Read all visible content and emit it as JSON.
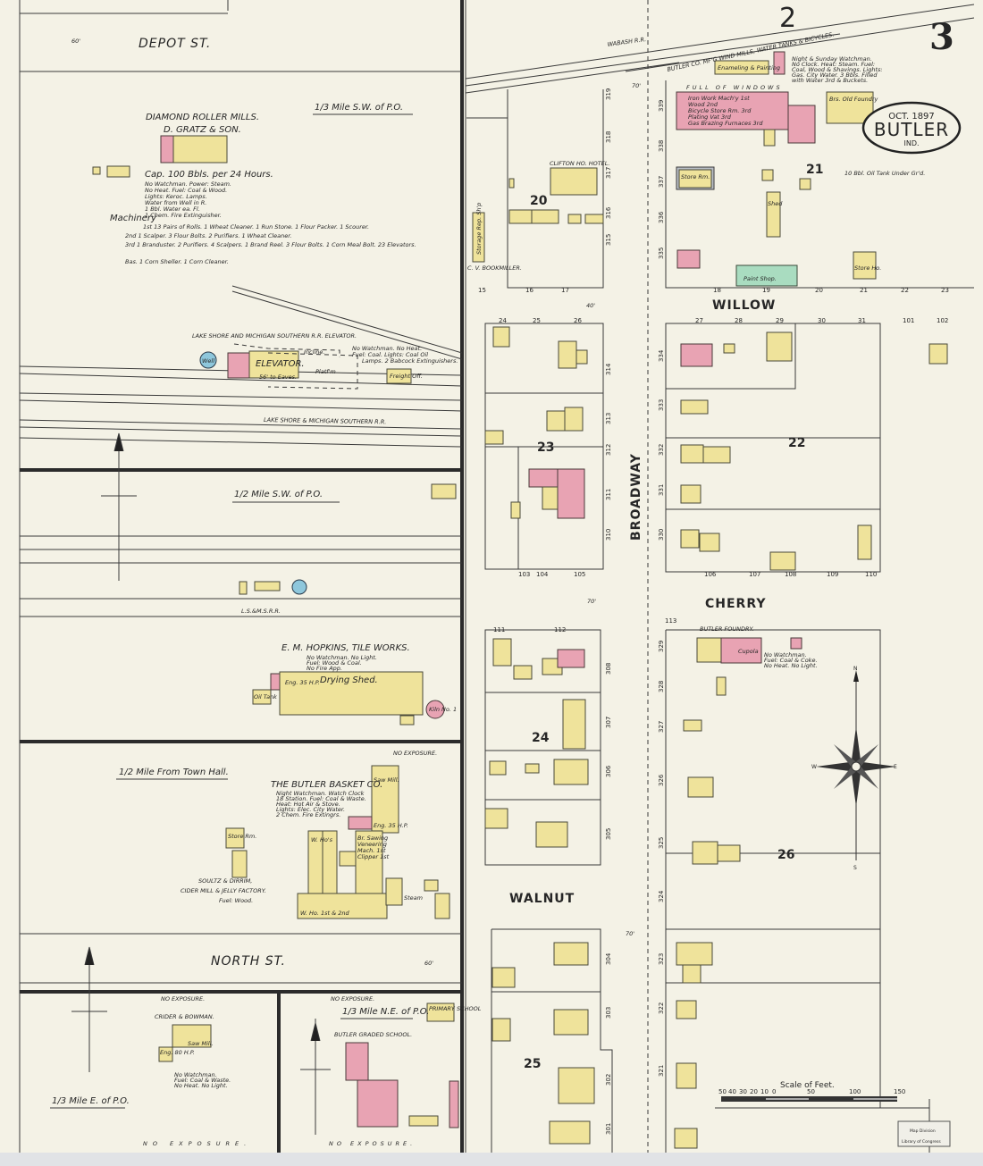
{
  "sheet": {
    "number": "3",
    "adjacent_sheet": "2",
    "town": "BUTLER",
    "state": "IND.",
    "date": "OCT. 1897"
  },
  "colors": {
    "paper": "#f4f2e6",
    "frame_brick": "#efe39b",
    "brick": "#e8a3b3",
    "stone_or_special": "#a9dcc0",
    "water_well": "#8ec7dc"
  },
  "streets": {
    "depot": "DEPOT ST.",
    "willow": "WILLOW",
    "cherry": "CHERRY",
    "walnut": "WALNUT",
    "broadway": "BROADWAY",
    "north": "NORTH ST."
  },
  "railroads": {
    "wabash": "WABASH R.R.",
    "lsms": "LAKE SHORE & MICHIGAN SOUTHERN R.R.",
    "lsms_short": "L.S.&M.S.R.R."
  },
  "blocks": [
    "20",
    "21",
    "22",
    "23",
    "24",
    "25",
    "26"
  ],
  "distances": {
    "sw_third": "1/3 Mile S.W. of P.O.",
    "sw_half": "1/2 Mile S.W. of P.O.",
    "town_hall": "1/2 Mile From Town Hall.",
    "east_third": "1/3 Mile E. of P.O.",
    "ne_third": "1/3 Mile N.E. of P.O."
  },
  "no_exposure": "NO EXPOSURE.",
  "diamond_mills": {
    "title": "DIAMOND ROLLER MILLS.",
    "owner": "D. GRATZ & SON.",
    "capacity": "Cap. 100 Bbls. per 24 Hours.",
    "notes": [
      "No Watchman. Power: Steam.",
      "No Heat. Fuel: Coal & Wood.",
      "Lights: Kerос. Lamps.",
      "Water from Well in R.",
      "1 Bbl. Water ea. Fl.",
      "1 Chem. Fire Extinguisher."
    ],
    "machinery_label": "Machinery",
    "machinery": [
      "1st 13 Pairs of Rolls. 1 Wheat Cleaner. 1 Run Stone. 1 Flour Packer. 1 Scourer.",
      "2nd 1 Scalper. 3 Flour Bolts. 2 Purifiers. 1 Wheat Cleaner.",
      "3rd 1 Branduster. 2 Purifiers. 4 Scalpers. 1 Brand Reel. 3 Flour Bolts. 1 Corn Meal Bolt. 23 Elevators.",
      "Bas. 1 Corn Sheller. 1 Corn Cleaner."
    ]
  },
  "elevator": {
    "title": "LAKE SHORE AND MICHIGAN SOUTHERN R.R. ELEVATOR.",
    "building": "ELEVATOR.",
    "eaves": "56' to Eaves.",
    "incline": "Incline.",
    "platform": "Platf'm",
    "well": "Well",
    "notes": [
      "No Watchman. No Heat.",
      "Fuel: Coal. Lights: Coal Oil",
      "Lamps. 2 Babcock Extinguishers."
    ],
    "freight": "Freight Off."
  },
  "hopkins": {
    "title": "E. M. HOPKINS, TILE WORKS.",
    "notes": [
      "No Watchman. No Light.",
      "Fuel: Wood & Coal.",
      "No Fire App."
    ],
    "shed": "Drying Shed.",
    "engine": "Eng. 35 H.P.",
    "kiln": "Kiln No. 1",
    "oil_tank": "Oil Tank"
  },
  "basket": {
    "title": "THE BUTLER BASKET CO.",
    "notes": [
      "Night Watchman. Watch Clock",
      "18 Station. Fuel: Coal & Waste.",
      "Heat: Hot Air & Stove.",
      "Lights: Elec. City Water.",
      "2 Chem. Fire Extingrs."
    ],
    "sawmill": "Saw Mill.",
    "engine": "Eng. 35 H.P.",
    "warehouse": "W. Ho's",
    "warehouse2": "W. Ho. 1st & 2nd",
    "veneering": [
      "Br. Sawing",
      "Veneering",
      "Mach. 1st",
      "Clipper 1st"
    ],
    "steam": "Steam"
  },
  "soultz": {
    "title": "SOULTZ & DIRRIM,",
    "subtitle": "CIDER MILL & JELLY FACTORY.",
    "fuel": "Fuel: Wood.",
    "store": "Store Rm."
  },
  "crider": {
    "title": "CRIDER & BOWMAN.",
    "sawmill": "Saw Mill.",
    "engine": "Eng. 80 H.P.",
    "notes": [
      "No Watchman.",
      "Fuel: Coal & Waste.",
      "No Heat. No Light."
    ]
  },
  "school": {
    "title": "BUTLER GRADED SCHOOL.",
    "primary": "PRIMARY SCHOOL"
  },
  "windmill": {
    "title": "BUTLER CO. MF'G WIND MILLS, WATER TANKS & BICYCLES.",
    "enameling": "Enameling & Painting",
    "iron": [
      "Iron Work Mach'y 1st",
      "Wood 2nd",
      "Bicycle Store Rm. 3rd",
      "Plating Vat 3rd",
      "Gas Brazing Furnaces 3rd"
    ],
    "windows": "FULL OF WINDOWS",
    "foundry": "Brs. Old Foundry",
    "store": "Store Rm.",
    "paint": "Paint Shop.",
    "shed": "Shed",
    "storehouse": "Store Ho.",
    "notes": [
      "Night & Sunday Watchman.",
      "No Clock. Heat: Steam. Fuel:",
      "Coal, Wood & Shavings. Lights:",
      "Gas. City Water. 3 Bbls. Filled",
      "with Water 3rd & Buckets."
    ],
    "oil": "10 Bbl. Oil Tank Under Gr'd."
  },
  "hotel": {
    "name": "CLIFTON HO. HOTEL.",
    "bookmiller": "C. V. BOOKMILLER.",
    "shop": "Storage Rep. Sh'p"
  },
  "foundry": {
    "title": "BUTLER FOUNDRY.",
    "cupola": "Cupola",
    "notes": [
      "No Watchman.",
      "Fuel: Coal & Coke.",
      "No Heat. No Light."
    ]
  },
  "house_numbers_east": [
    "339",
    "338",
    "337",
    "336",
    "335",
    "334",
    "333",
    "332",
    "331",
    "330",
    "329",
    "328",
    "327",
    "326",
    "325",
    "324",
    "323",
    "322",
    "321"
  ],
  "house_numbers_west": [
    "319",
    "318",
    "317",
    "316",
    "315",
    "314",
    "313",
    "312",
    "311",
    "310",
    "308",
    "307",
    "306",
    "305",
    "304",
    "303",
    "302",
    "301"
  ],
  "lot_numbers": [
    "15",
    "16",
    "17",
    "18",
    "19",
    "20",
    "21",
    "22",
    "23",
    "24",
    "25",
    "26",
    "27",
    "28",
    "29",
    "30",
    "31",
    "101",
    "102",
    "103",
    "104",
    "105",
    "106",
    "107",
    "108",
    "109",
    "110",
    "111",
    "112",
    "113"
  ],
  "widths": {
    "w70": "70'",
    "w60": "60'",
    "w40": "40'"
  },
  "compass": {
    "n": "N",
    "s": "S",
    "e": "E",
    "w": "W"
  },
  "scale": {
    "title": "Scale of Feet.",
    "ticks": [
      "50",
      "40",
      "30",
      "20",
      "10",
      "0",
      "50",
      "100",
      "150"
    ]
  },
  "stamp": {
    "line1": "Map Division",
    "line2": "Library of Congress"
  }
}
